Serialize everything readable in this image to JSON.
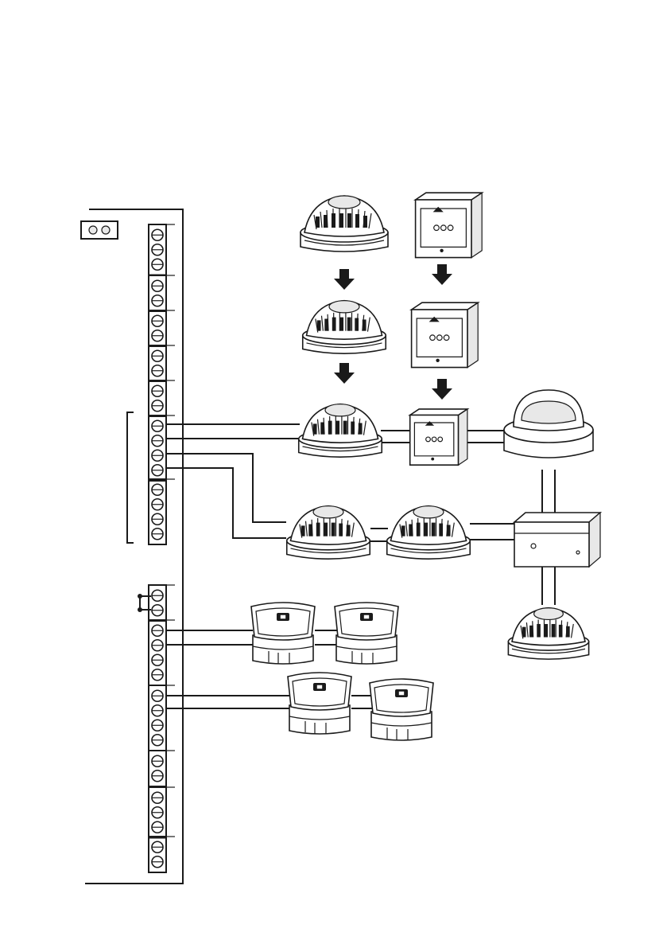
{
  "diagram": {
    "terminal_groups": [
      {
        "id": "g1",
        "terminals": 3
      },
      {
        "id": "g2",
        "terminals": 2
      },
      {
        "id": "g3",
        "terminals": 2
      },
      {
        "id": "g4",
        "terminals": 2
      },
      {
        "id": "g5",
        "terminals": 2
      },
      {
        "id": "g6",
        "terminals": 4
      },
      {
        "id": "g7",
        "terminals": 4
      },
      {
        "id": "g8",
        "terminals": 2
      },
      {
        "id": "g9",
        "terminals": 4
      },
      {
        "id": "g10",
        "terminals": 4
      },
      {
        "id": "g11",
        "terminals": 2
      },
      {
        "id": "g12",
        "terminals": 3
      },
      {
        "id": "g13",
        "terminals": 2
      }
    ],
    "devices": [
      {
        "name": "optical-smoke-detector",
        "count": 6
      },
      {
        "name": "manual-call-point",
        "count": 3
      },
      {
        "name": "sounder-beacon",
        "count": 1
      },
      {
        "name": "junction-box",
        "count": 1
      },
      {
        "name": "wall-sounder",
        "count": 4
      }
    ],
    "arrows": 4,
    "led_indicators": 2,
    "line_color": "#1a1a1a",
    "background": "#ffffff"
  }
}
